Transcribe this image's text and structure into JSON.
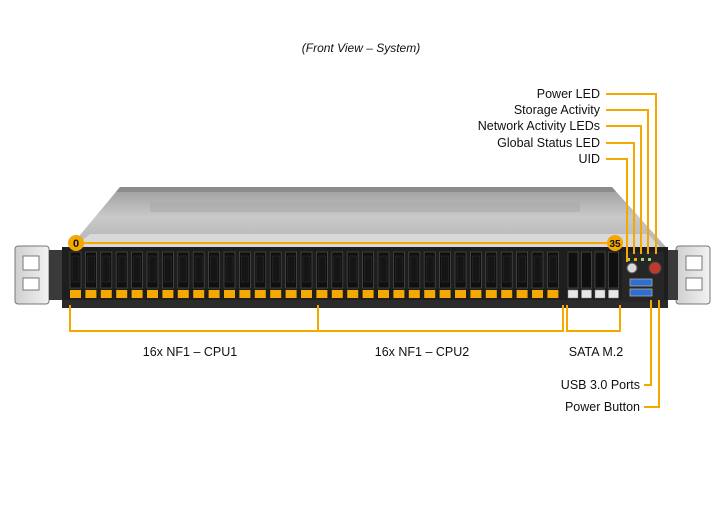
{
  "title": "(Front View – System)",
  "accent_color": "#f5a800",
  "bay_range": {
    "first": "0",
    "last": "35"
  },
  "right_callouts": {
    "power_led": "Power LED",
    "storage_activity": "Storage Activity",
    "network_activity_leds": "Network Activity LEDs",
    "global_status_led": "Global Status LED",
    "uid": "UID"
  },
  "bottom_labels": {
    "cpu1_bays": "16x NF1 – CPU1",
    "cpu2_bays": "16x NF1 – CPU2",
    "sata_m2": "SATA M.2",
    "usb_ports": "USB 3.0 Ports",
    "power_button": "Power Button"
  },
  "bays": {
    "nf1_cpu1_count": 16,
    "nf1_cpu2_count": 16,
    "sata_m2_count": 4
  }
}
